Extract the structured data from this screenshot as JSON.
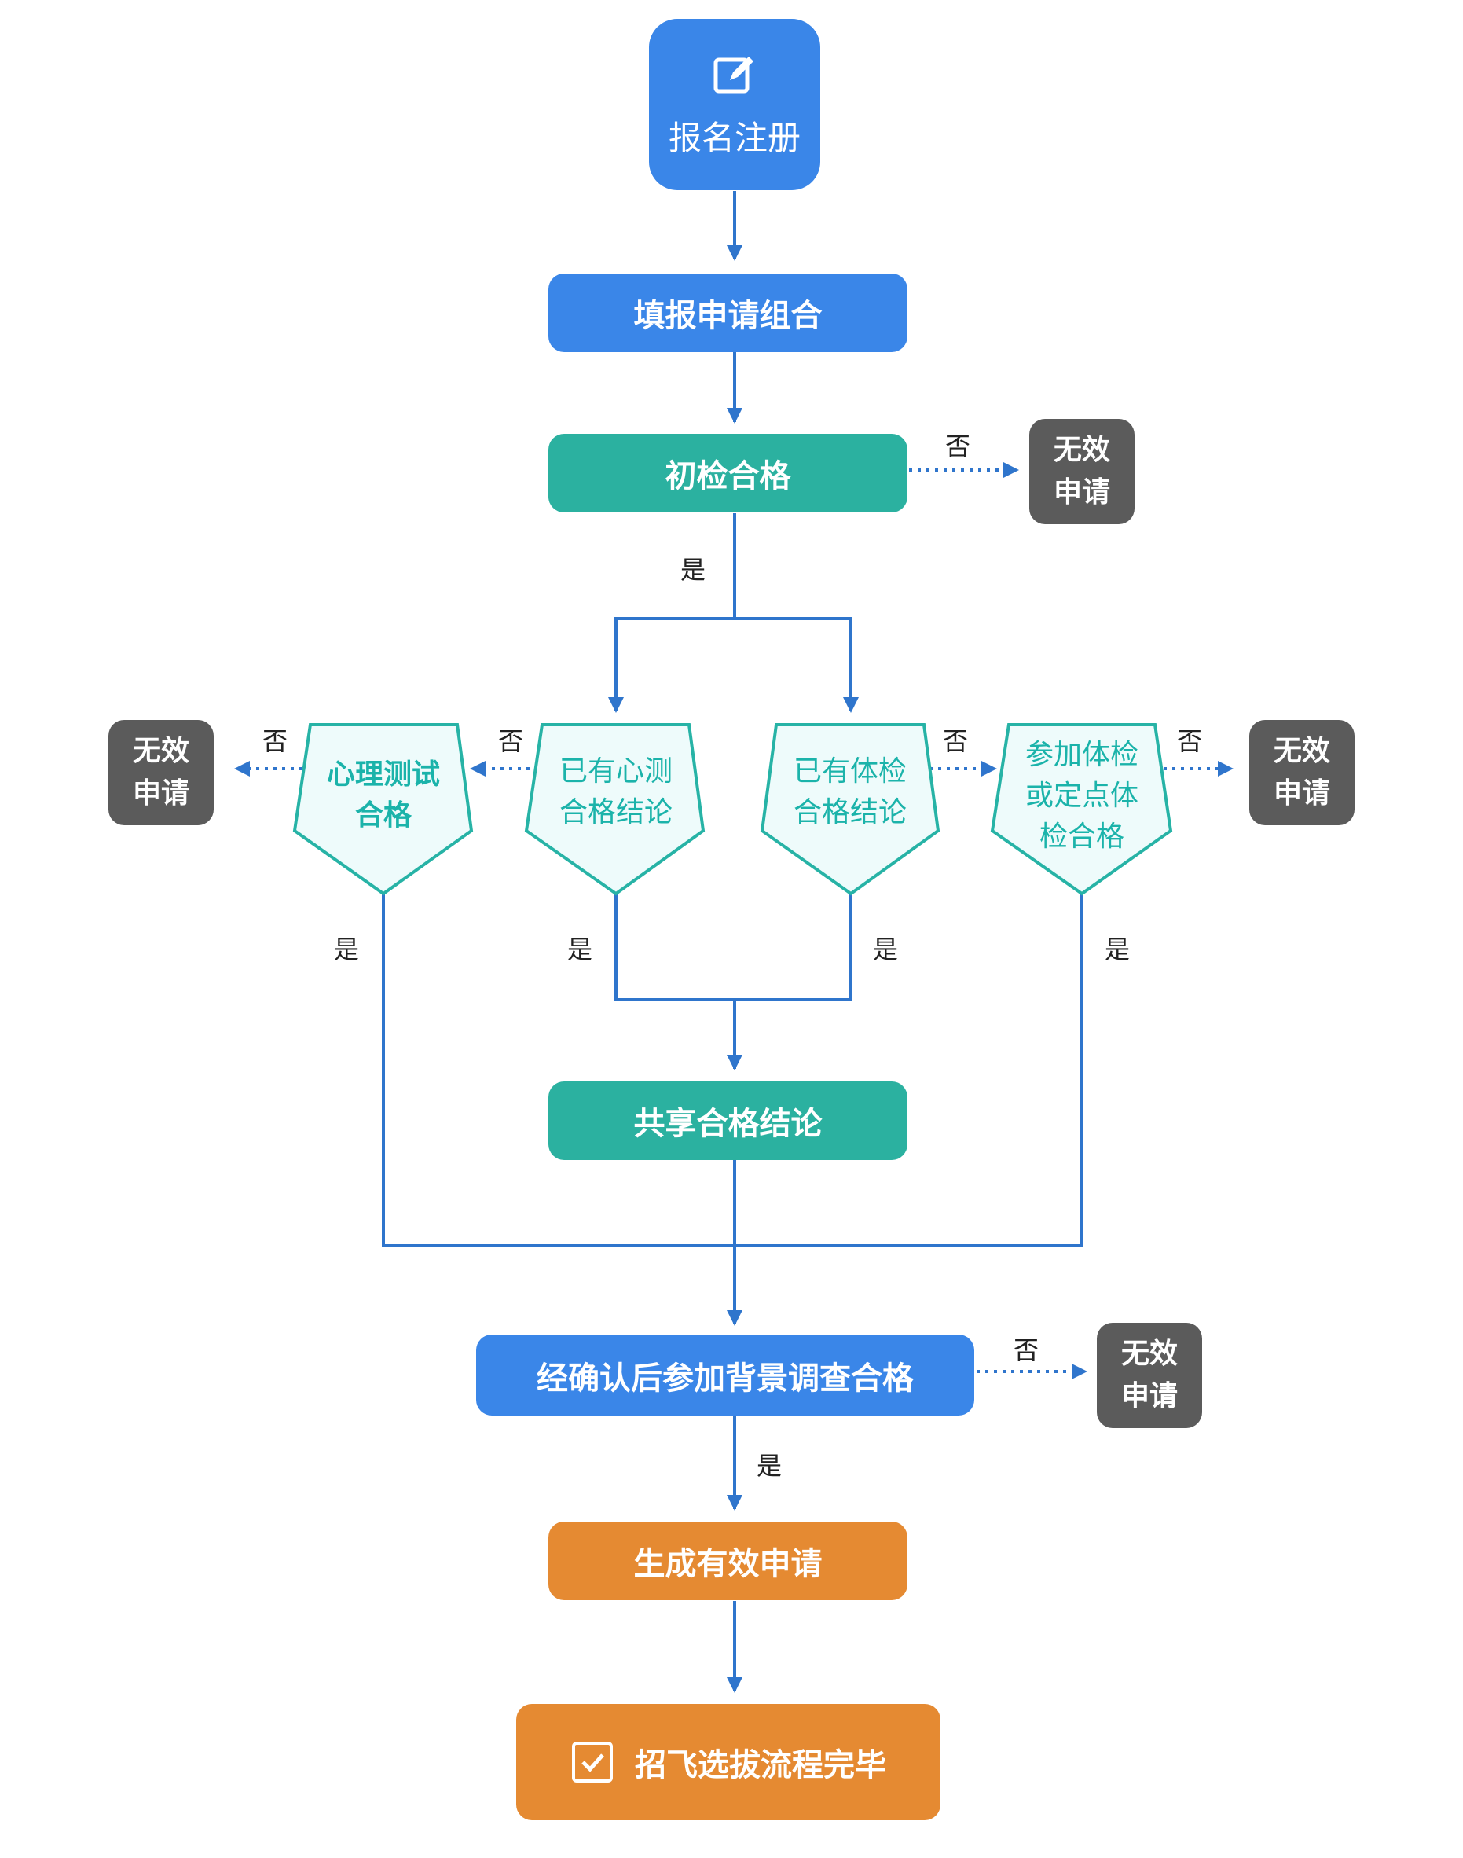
{
  "colors": {
    "blue": "#3a86e8",
    "teal": "#2bb1a0",
    "orange": "#e58a32",
    "grey": "#5b5b5b",
    "pentagon_fill": "#eefbfb",
    "pentagon_stroke": "#27b3a6",
    "line": "#2f75cc"
  },
  "icons": {
    "start": "edit-icon",
    "end": "checkbox-icon"
  },
  "nodes": {
    "register": "报名注册",
    "fill_application": "填报申请组合",
    "initial_check": "初检合格",
    "psych_test": [
      "心理测试",
      "合格"
    ],
    "has_psych_result": [
      "已有心测",
      "合格结论"
    ],
    "has_physical_result": [
      "已有体检",
      "合格结论"
    ],
    "physical_exam": [
      "参加体检",
      "或定点体",
      "检合格"
    ],
    "share_result": "共享合格结论",
    "background_check": "经确认后参加背景调查合格",
    "valid_application": "生成有效申请",
    "complete": "招飞选拔流程完毕"
  },
  "invalid_label": [
    "无效",
    "申请"
  ],
  "edge_labels": {
    "yes": "是",
    "no": "否"
  }
}
